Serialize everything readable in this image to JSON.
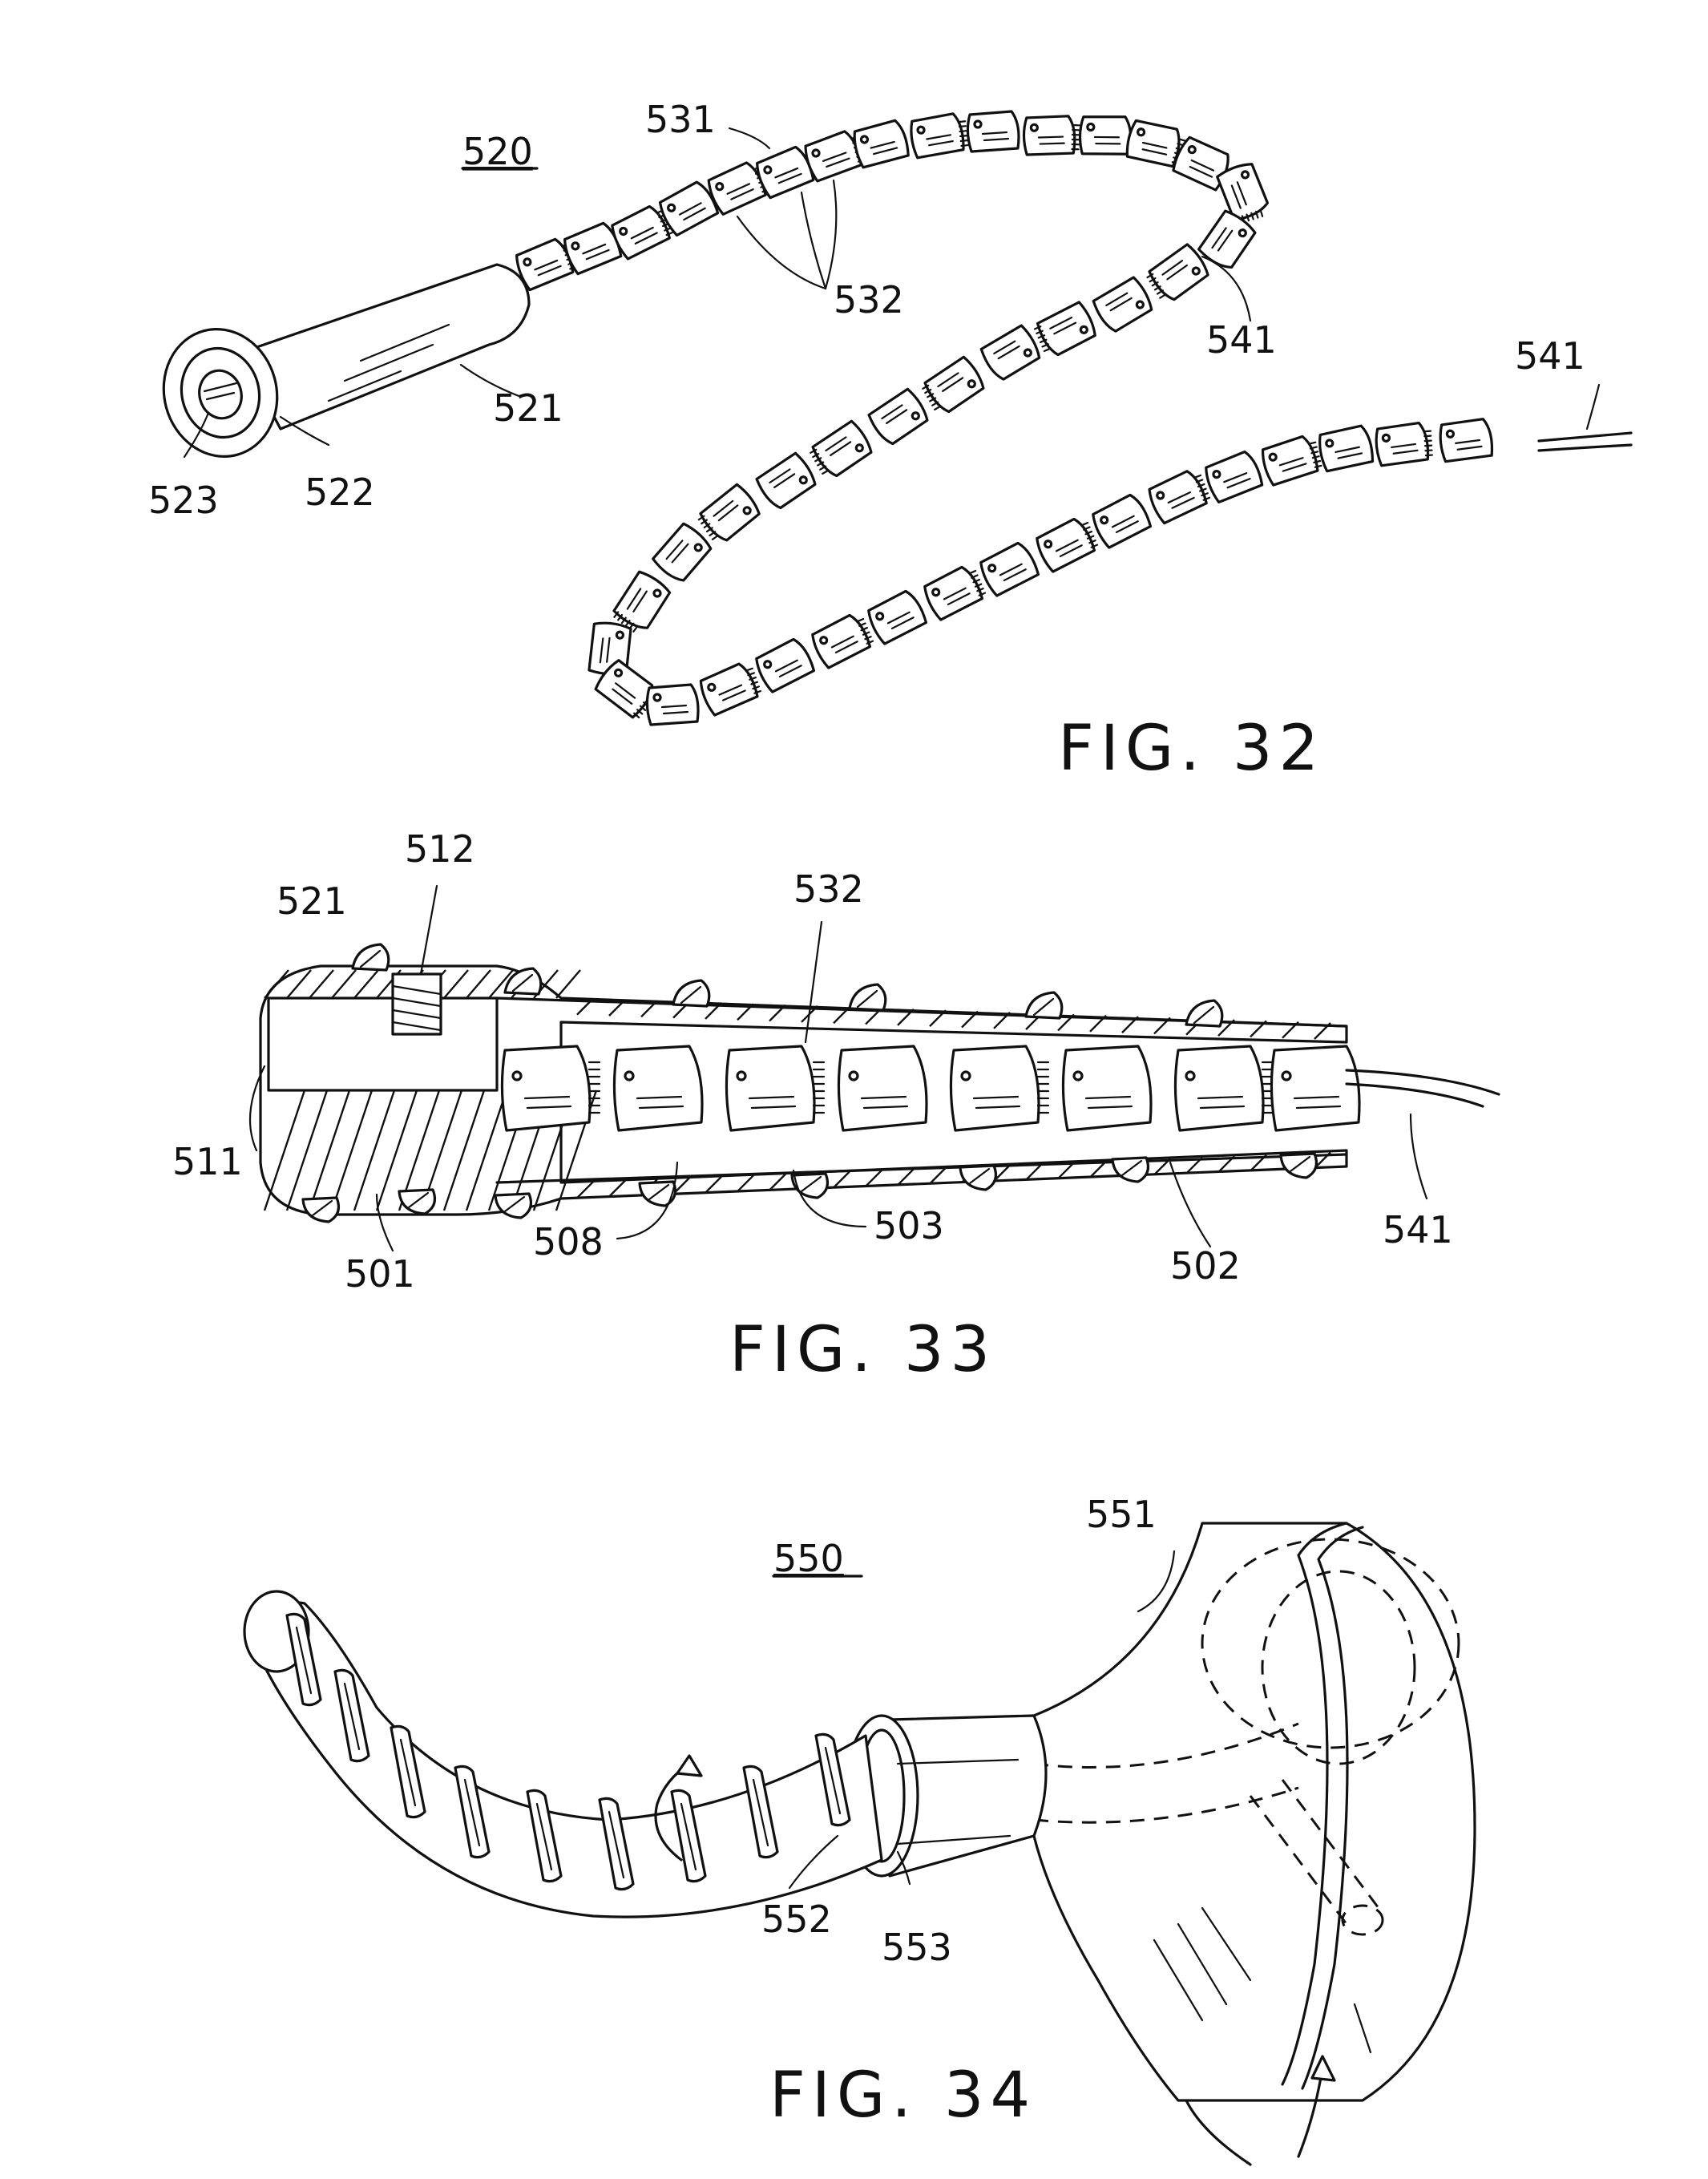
{
  "figures": {
    "fig32": {
      "caption": "FIG. 32",
      "labels": {
        "ref_520": "520",
        "ref_531": "531",
        "ref_532": "532",
        "ref_541_a": "541",
        "ref_541_b": "541",
        "ref_521": "521",
        "ref_523": "523",
        "ref_522": "522"
      }
    },
    "fig33": {
      "caption": "FIG. 33",
      "labels": {
        "ref_512": "512",
        "ref_521": "521",
        "ref_532": "532",
        "ref_511": "511",
        "ref_501": "501",
        "ref_508": "508",
        "ref_503": "503",
        "ref_502": "502",
        "ref_541": "541"
      }
    },
    "fig34": {
      "caption": "FIG. 34",
      "labels": {
        "ref_550": "550",
        "ref_551": "551",
        "ref_552": "552",
        "ref_553": "553"
      }
    }
  },
  "colors": {
    "ink": "#111111",
    "paper": "#ffffff"
  }
}
